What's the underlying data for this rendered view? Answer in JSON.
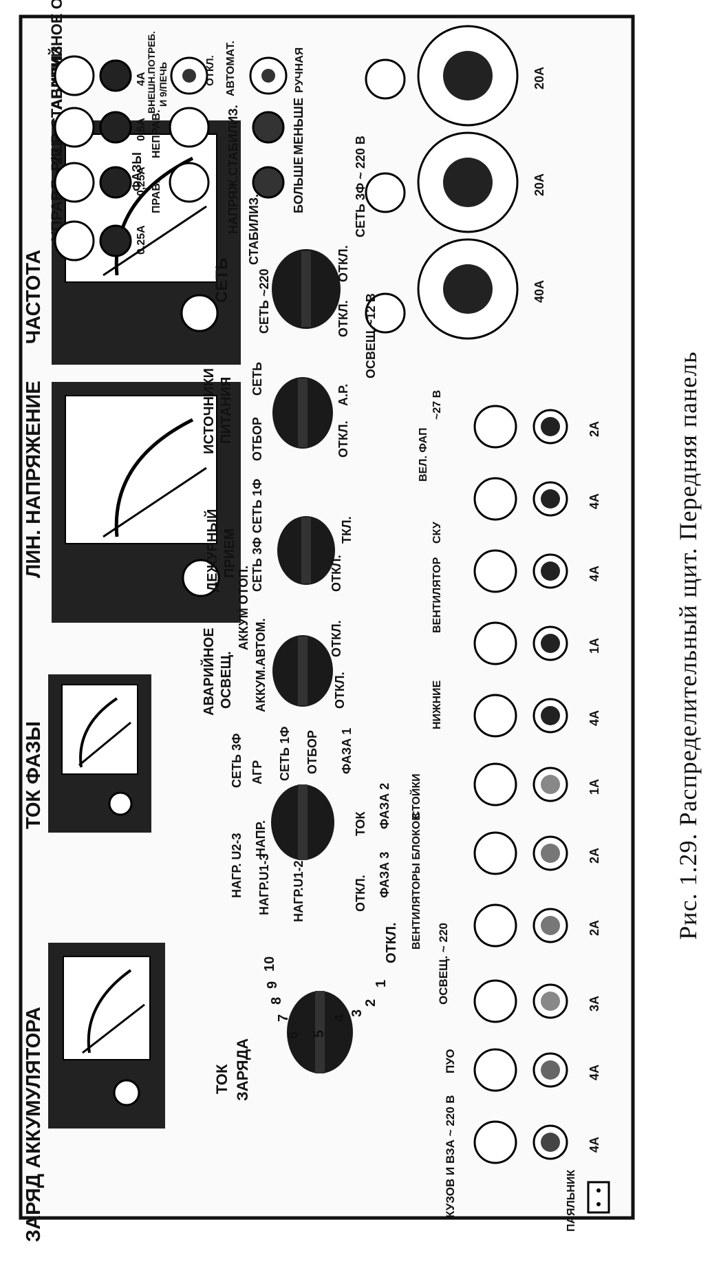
{
  "caption": "Рис. 1.29. Распределительный щит. Передняя панель",
  "meters": [
    {
      "name": "charge-meter",
      "label": "ЗАРЯД  АККУМУЛЯТОРА"
    },
    {
      "name": "phase-current-meter",
      "label": "ТОК ФАЗЫ"
    },
    {
      "name": "line-voltage-meter",
      "label": "ЛИН. НАПРЯЖЕНИЕ"
    },
    {
      "name": "frequency-meter",
      "label": "ЧАСТОТА"
    }
  ],
  "switches": {
    "charge": {
      "title": [
        "ТОК",
        "ЗАРЯДА"
      ],
      "positions": [
        "1",
        "2",
        "3",
        "4",
        "5",
        "6",
        "7",
        "8",
        "9",
        "10"
      ],
      "off": "ОТКЛ."
    },
    "load": {
      "labels": [
        "НАГР. U2-3",
        "СЕТЬ 3Ф",
        "НАГР.U1-3",
        "НАПР.",
        "АГР",
        "НАГР.U1-2",
        "СЕТЬ 1Ф",
        "ОТБОР",
        "ОТКЛ.",
        "ТОК",
        "ФАЗА 3",
        "ФАЗА 1",
        "ФАЗА 2"
      ]
    },
    "emergency": {
      "title": [
        "АВАРИЙНОЕ",
        "ОСВЕЩ."
      ],
      "labels": [
        "АККУМ.АВТОМ.",
        "АККУМ ОТОП.",
        "ОТКЛ.",
        "ОТКЛ."
      ]
    },
    "duty": {
      "title": [
        "ДЕЖУРНЫЙ",
        "ПРИЕМ"
      ],
      "labels": [
        "СЕТЬ 1Ф",
        "СЕТЬ 3Ф",
        "ТКЛ.",
        "ОТКЛ."
      ]
    },
    "source": {
      "title": [
        "ИСТОЧНИКИ",
        "ПИТАНИЯ"
      ],
      "labels": [
        "СЕТЬ",
        "ОТБОР",
        "А.Р.",
        "ОТКЛ."
      ]
    },
    "network": {
      "title": "СЕТЬ",
      "labels": [
        "СТАБИЛИЗ.",
        "СЕТЬ ~220",
        "ОТКЛ.",
        "ОТКЛ."
      ]
    }
  },
  "upper_right": {
    "headers": [
      "УПРАВЛ. Р/Щ.",
      "ФАЗЫ",
      "~27 В СТАБИЛИЗ.",
      "АВАРИЙНОЕ ОСВЕЩЕНИЕ"
    ],
    "fuse_labels": [
      "0,25А",
      "0,25А",
      "0,5А",
      "4А"
    ],
    "lamp_labels": [
      "ПРАВ.",
      "НЕПРАВ."
    ],
    "toggle1": [
      "ОТКЛ.",
      "ВНЕШН.ПОТРЕБ.",
      "И 9/ПЕЧЬ"
    ],
    "stab": [
      "НАПРЯЖ.СТАБИЛИЗ.",
      "БОЛЬШЕ",
      "МЕНЬШЕ"
    ],
    "toggle2": [
      "АВТОМАТ.",
      "РУЧНАЯ"
    ]
  },
  "lower_right": {
    "socket_labels": [
      "ОСВЕЩ.~12 В",
      "СЕТЬ 3Ф ~ 220 В"
    ],
    "big_fuse_labels": [
      "40А",
      "20А",
      "20А"
    ]
  },
  "bottom_row": {
    "sockets": [
      "ПАЯЛЬНИК",
      "КУЗОВ И ВЗА ~ 220 В",
      "ПУО",
      "ОСВЕЩ. ~ 220",
      "ВЕНТИЛЯТОРЫ БЛОКОВ",
      "СТОЙКИ",
      "НИЖНИЕ",
      "ВЕНТИЛЯТОР",
      "СКУ",
      "ВЕЛ. ФАП",
      "~27 В"
    ],
    "fuses": [
      "4А",
      "4А",
      "3А",
      "2А",
      "2А",
      "1А",
      "4А",
      "1А",
      "4А",
      "4А",
      "2А"
    ]
  }
}
